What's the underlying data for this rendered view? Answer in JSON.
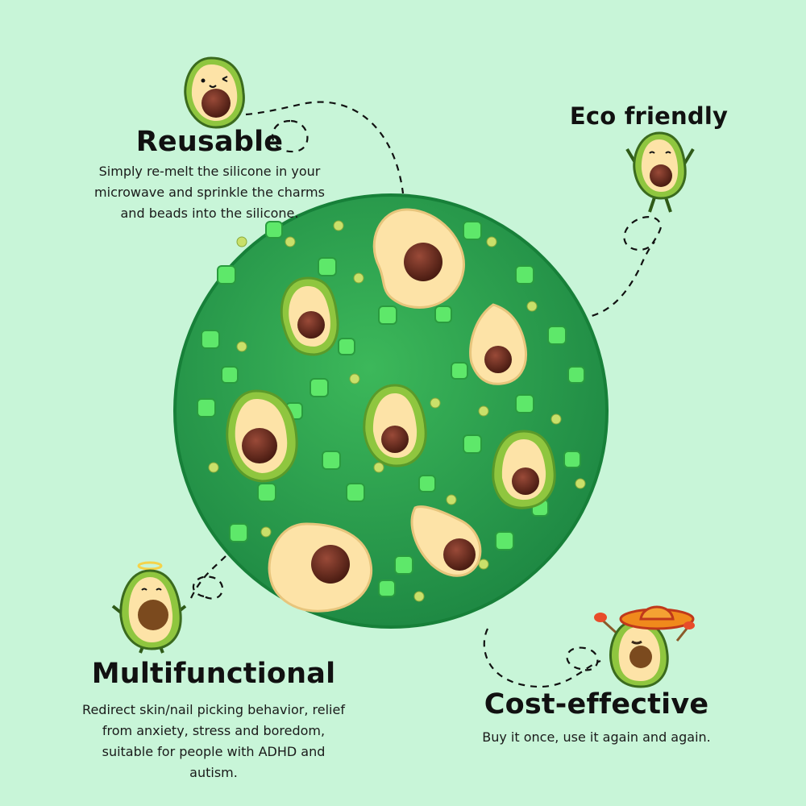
{
  "features": {
    "reusable": {
      "title": "Reusable",
      "description": "Simply re-melt the silicone in your microwave and sprinkle the charms and beads into the silicone."
    },
    "eco": {
      "title": "Eco friendly"
    },
    "multifunctional": {
      "title": "Multifunctional",
      "description": "Redirect skin/nail picking behavior, relief from anxiety, stress and boredom, suitable for people with ADHD and autism."
    },
    "cost": {
      "title": "Cost-effective",
      "description": "Buy it once, use it again and again."
    }
  },
  "colors": {
    "background": "#c8f5d8",
    "disc": "#2aa050",
    "avocado_skin": "#8fc63f",
    "avocado_flesh": "#fde3a7",
    "pit": "#6b2f22"
  },
  "icons": [
    "avocado-wink-icon",
    "avocado-cheering-icon",
    "avocado-halo-icon",
    "avocado-sombrero-icon",
    "dashed-path-icon"
  ]
}
